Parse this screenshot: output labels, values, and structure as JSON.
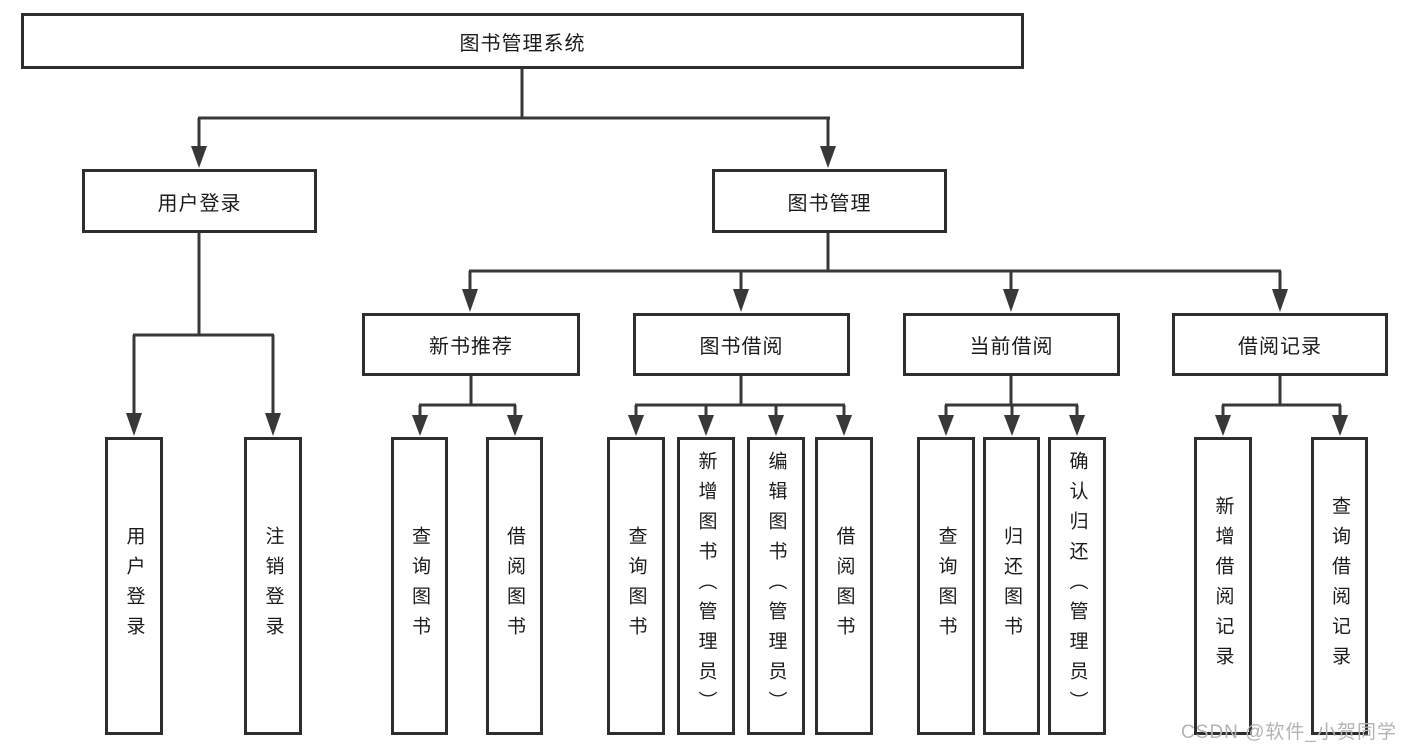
{
  "diagram": {
    "root": {
      "label": "图书管理系统"
    },
    "level2": [
      {
        "label": "用户登录"
      },
      {
        "label": "图书管理"
      }
    ],
    "level3": [
      {
        "label": "新书推荐"
      },
      {
        "label": "图书借阅"
      },
      {
        "label": "当前借阅"
      },
      {
        "label": "借阅记录"
      }
    ],
    "leaves": {
      "user_login": [
        {
          "label": "用户登录"
        },
        {
          "label": "注销登录"
        }
      ],
      "new_book": [
        {
          "label": "查询图书"
        },
        {
          "label": "借阅图书"
        }
      ],
      "book_borrow": [
        {
          "label": "查询图书"
        },
        {
          "label": "新增图书（管理员）"
        },
        {
          "label": "编辑图书（管理员）"
        },
        {
          "label": "借阅图书"
        }
      ],
      "current_borrow": [
        {
          "label": "查询图书"
        },
        {
          "label": "归还图书"
        },
        {
          "label": "确认归还（管理员）"
        }
      ],
      "borrow_records": [
        {
          "label": "新增借阅记录"
        },
        {
          "label": "查询借阅记录"
        }
      ]
    }
  },
  "watermark": {
    "text": "CSDN @软件_小贺同学"
  },
  "colors": {
    "line": "#383838",
    "box_border": "#2e2e2e",
    "text": "#1b1b1b",
    "watermark": "#b3b3b3",
    "background": "#ffffff"
  }
}
